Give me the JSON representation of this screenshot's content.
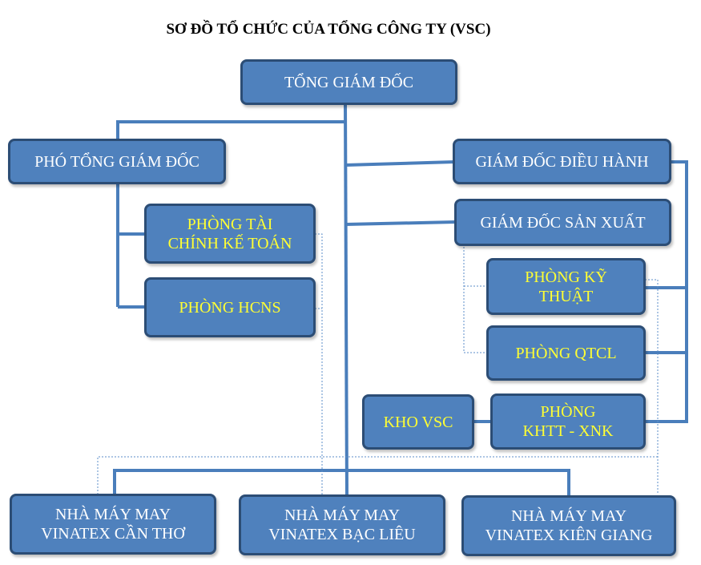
{
  "title": "SƠ ĐỒ TỔ CHỨC CỦA TỔNG CÔNG TY (VSC)",
  "colors": {
    "box_fill": "#4f81bd",
    "box_border": "#2c4d75",
    "line": "#4a7ebb",
    "highlight_text": "#ffff33"
  },
  "nodes": {
    "ceo": "TỔNG GIÁM ĐỐC",
    "deputy_ceo": "PHÓ TỔNG GIÁM ĐỐC",
    "exec_director": "GIÁM ĐỐC ĐIỀU HÀNH",
    "production_director": "GIÁM ĐỐC SẢN XUẤT",
    "finance_dept": "PHÒNG TÀI\nCHÍNH KẾ TOÁN",
    "hr_dept": "PHÒNG HCNS",
    "tech_dept": "PHÒNG KỸ\nTHUẬT",
    "qc_dept": "PHÒNG QTCL",
    "planning_dept": "PHÒNG\nKHTT - XNK",
    "warehouse": "KHO VSC",
    "factory_cantho": "NHÀ MÁY MAY\nVINATEX CẦN THƠ",
    "factory_baclieu": "NHÀ MÁY MAY\nVINATEX BẠC LIÊU",
    "factory_kiengiang": "NHÀ MÁY MAY\nVINATEX KIÊN GIANG"
  }
}
